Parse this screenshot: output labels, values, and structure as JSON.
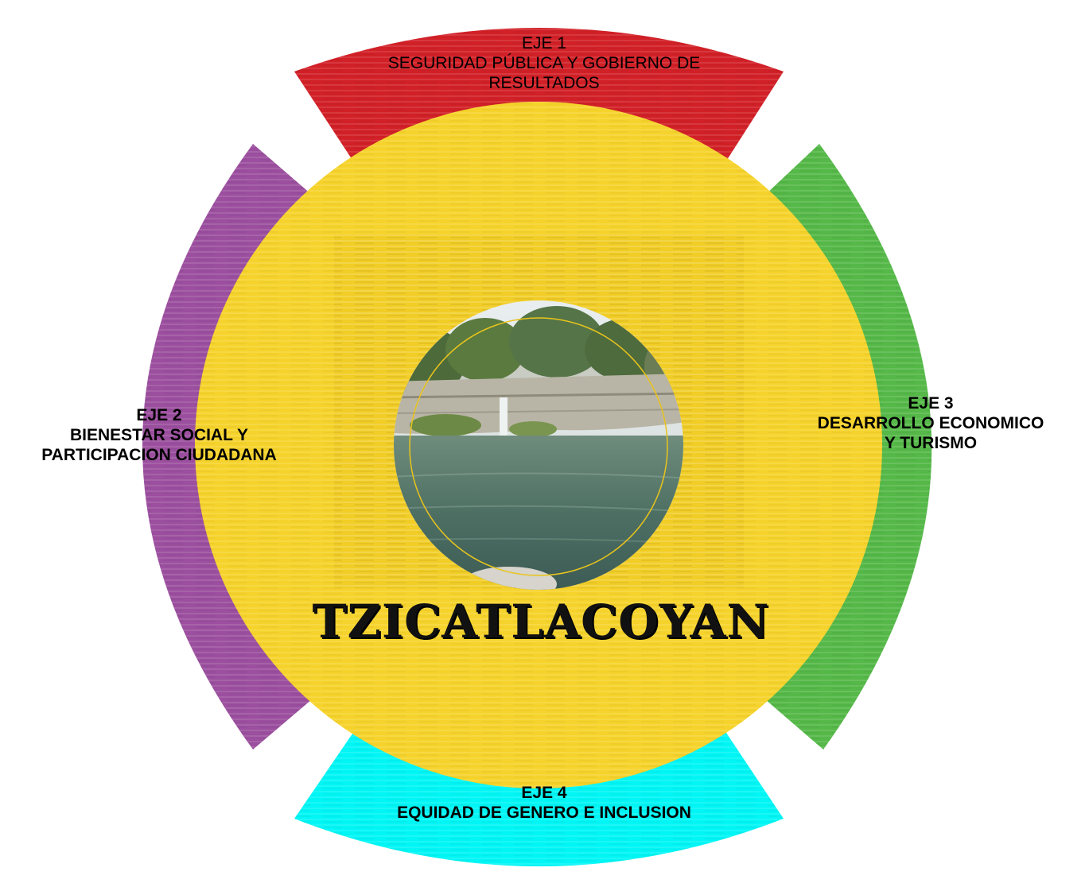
{
  "title": "TZICATLACOYAN",
  "center": {
    "photo_icon": "waterfall-pond-photo"
  },
  "axes": [
    {
      "id": "eje1",
      "lines": [
        "EJE 1",
        "SEGURIDAD PÚBLICA Y GOBIERNO DE",
        "RESULTADOS"
      ],
      "color": "#d12027",
      "bold": false
    },
    {
      "id": "eje2",
      "lines": [
        "EJE 2",
        "BIENESTAR SOCIAL Y",
        "PARTICIPACION CIUDADANA"
      ],
      "color": "#9b4f9e",
      "bold": true
    },
    {
      "id": "eje3",
      "lines": [
        "EJE 3",
        "DESARROLLO ECONOMICO",
        "Y TURISMO"
      ],
      "color": "#55b848",
      "bold": true
    },
    {
      "id": "eje4",
      "lines": [
        "EJE 4",
        "EQUIDAD DE GENERO E INCLUSION"
      ],
      "color": "#00f5f5",
      "bold": true
    }
  ],
  "colors": {
    "center_circle": "#f6d32c",
    "background": "#ffffff",
    "title_text": "#111111"
  }
}
